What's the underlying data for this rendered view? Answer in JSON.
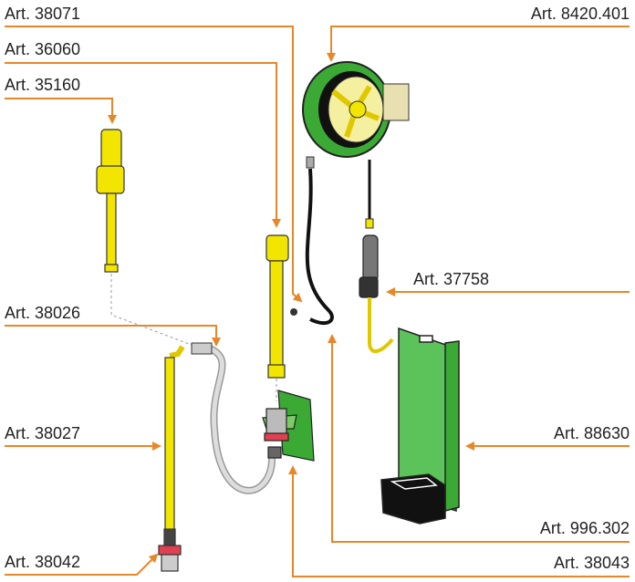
{
  "colors": {
    "leader": "#e8862a",
    "yellow": "#f2e500",
    "green": "#3aaa35",
    "hose": "#111111"
  },
  "labels": {
    "a38071": "Art. 38071",
    "a36060": "Art. 36060",
    "a35160": "Art. 35160",
    "a38026": "Art. 38026",
    "a38027": "Art. 38027",
    "a38042": "Art. 38042",
    "a8420": "Art. 8420.401",
    "a37758": "Art. 37758",
    "a88630": "Art. 88630",
    "a996": "Art. 996.302",
    "a38043": "Art. 38043"
  }
}
